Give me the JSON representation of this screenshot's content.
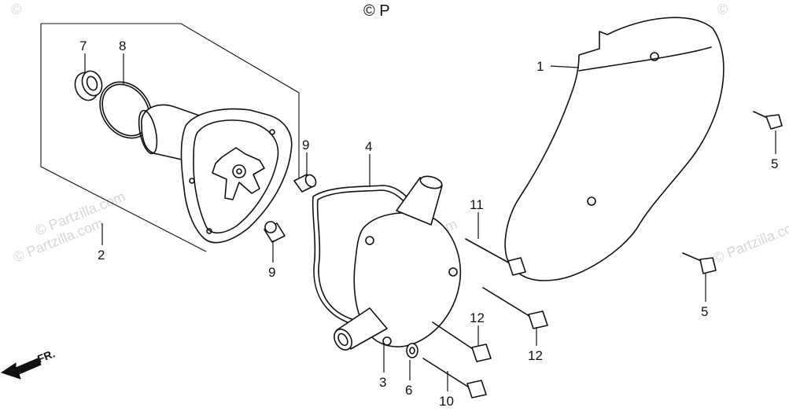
{
  "watermark": {
    "copyright_top": "© P",
    "left": "© Partzilla.com",
    "mid": "© Partzilla.com",
    "mid2": "© Partzilla.com",
    "right": "© Partzilla.com",
    "corner_left": "©",
    "corner_right": "©"
  },
  "direction_label": "FR.",
  "callouts": {
    "c1": "1",
    "c2": "2",
    "c3": "3",
    "c4": "4",
    "c5a": "5",
    "c5b": "5",
    "c6": "6",
    "c7": "7",
    "c8": "8",
    "c9a": "9",
    "c9b": "9",
    "c10": "10",
    "c11": "11",
    "c12a": "12",
    "c12b": "12"
  }
}
